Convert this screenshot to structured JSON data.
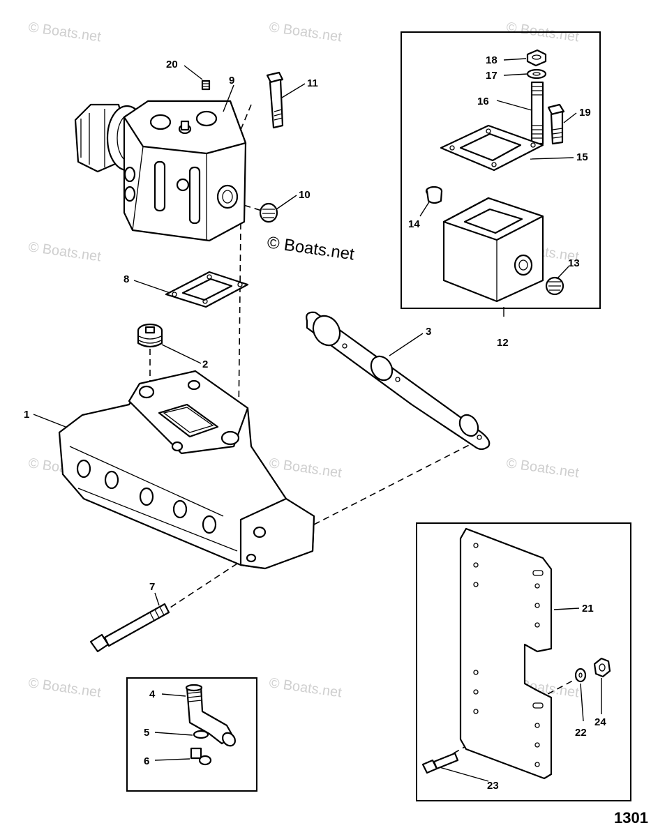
{
  "watermark": {
    "text": "© Boats.net",
    "main_text": "© Boats.net"
  },
  "callouts": {
    "c1": "1",
    "c2": "2",
    "c3": "3",
    "c4": "4",
    "c5": "5",
    "c6": "6",
    "c7": "7",
    "c8": "8",
    "c9": "9",
    "c10": "10",
    "c11": "11",
    "c12": "12",
    "c13": "13",
    "c14": "14",
    "c15": "15",
    "c16": "16",
    "c17": "17",
    "c18": "18",
    "c19": "19",
    "c20": "20",
    "c21": "21",
    "c22": "22",
    "c23": "23",
    "c24": "24"
  },
  "page_number": "1301",
  "colors": {
    "line": "#000000",
    "watermark": "#cfcfcf",
    "background": "#ffffff"
  }
}
